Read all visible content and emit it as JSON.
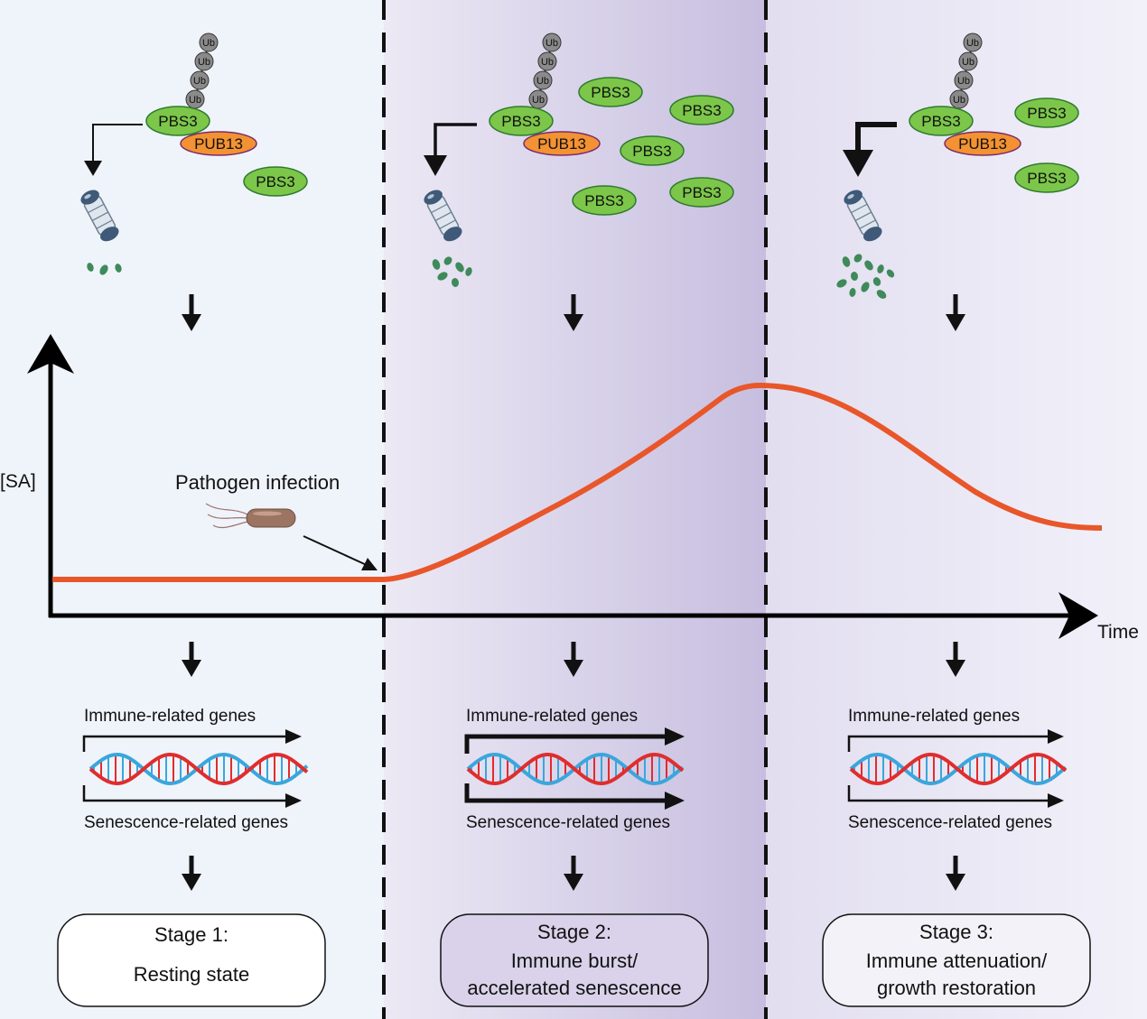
{
  "axis": {
    "y_label": "[SA]",
    "x_label": "Time"
  },
  "pathogen_label": "Pathogen infection",
  "ub_label": "Ub",
  "panels": [
    {
      "complex": {
        "pbs3": "PBS3",
        "pub13": "PUB13"
      },
      "free_pbs3": [
        "PBS3"
      ],
      "immune_genes": "Immune-related genes",
      "senescence_genes": "Senescence-related genes",
      "stage_title": "Stage 1:",
      "stage_desc": [
        "Resting state"
      ]
    },
    {
      "complex": {
        "pbs3": "PBS3",
        "pub13": "PUB13"
      },
      "free_pbs3": [
        "PBS3",
        "PBS3",
        "PBS3",
        "PBS3",
        "PBS3"
      ],
      "immune_genes": "Immune-related genes",
      "senescence_genes": "Senescence-related genes",
      "stage_title": "Stage 2:",
      "stage_desc": [
        "Immune burst/",
        "accelerated senescence"
      ]
    },
    {
      "complex": {
        "pbs3": "PBS3",
        "pub13": "PUB13"
      },
      "free_pbs3": [
        "PBS3",
        "PBS3"
      ],
      "immune_genes": "Immune-related genes",
      "senescence_genes": "Senescence-related genes",
      "stage_title": "Stage 3:",
      "stage_desc": [
        "Immune attenuation/",
        "growth restoration"
      ]
    }
  ],
  "colors": {
    "curve": "#e8562a",
    "pbs3_fill": "#7cc64a",
    "pub13_fill": "#f39232",
    "ub_fill": "#8a8a8a",
    "stage2_bg": "#cfc6e2",
    "dna_red": "#e02d2d",
    "dna_blue": "#3aa6dc",
    "proteasome": "#3f5a78",
    "fragments": "#3f8a5a"
  }
}
